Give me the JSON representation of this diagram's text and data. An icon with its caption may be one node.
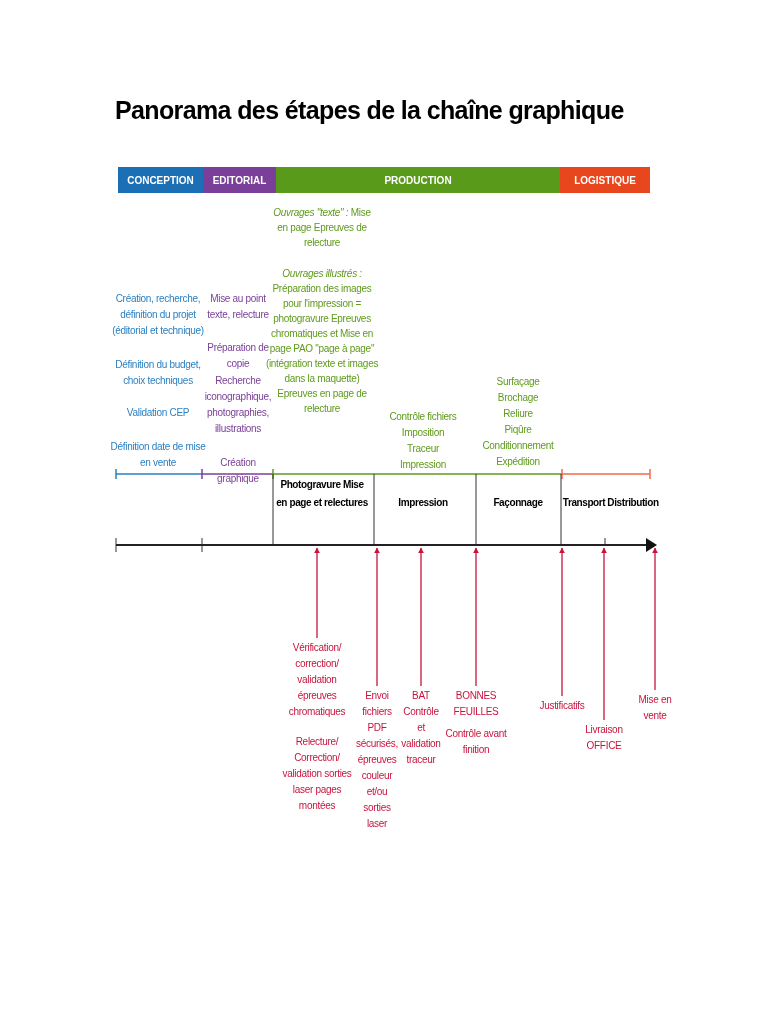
{
  "diagram": {
    "title": "Panorama des étapes de la chaîne graphique",
    "nodes": [
      {
        "text": [
          "CONCEPTION"
        ]
      },
      {
        "text": [
          "EDITORIAL"
        ]
      },
      {
        "text": [
          "PRODUCTION"
        ]
      },
      {
        "text": [
          "LOGISTIQUE"
        ]
      },
      {
        "text": [
          "Vérification/ correction/ validation épreuves chromatiques",
          "Relecture/ Correction/ validation sorties laser pages montées"
        ]
      },
      {
        "text": [
          "Envoi fichiers PDF sécurisés, épreuves couleur et/ou sorties laser"
        ]
      },
      {
        "text": [
          "BAT Contrôle et validation traceur"
        ]
      },
      {
        "text": [
          "BONNES FEUILLES",
          "Contrôle avant finition"
        ]
      },
      {
        "text": [
          "Justificatifs"
        ]
      },
      {
        "text": [
          "Livraison OFFICE"
        ]
      },
      {
        "text": [
          "Mise en vente"
        ]
      }
    ],
    "edges": [
      {
        "from": 4,
        "to": null,
        "arrow": "to"
      },
      {
        "from": 5,
        "to": null,
        "arrow": "to"
      },
      {
        "from": 6,
        "to": null,
        "arrow": "to"
      },
      {
        "from": 7,
        "to": null,
        "arrow": "to"
      },
      {
        "from": 8,
        "to": null,
        "arrow": "to"
      },
      {
        "from": 9,
        "to": null,
        "arrow": "to"
      },
      {
        "from": 10,
        "to": null,
        "arrow": "to"
      }
    ],
    "labels": [
      "Création, recherche, définition du projet (éditorial et technique)",
      "Définition du budget, choix techniques",
      "Validation CEP",
      "Définition date de mise en vente",
      "Mise au point texte, relecture",
      "Préparation de copie",
      "Recherche iconographique, photographies, illustrations",
      "Création graphique",
      "*Ouvrages \"texte\" :* Mise en page Epreuves de relecture",
      "*Ouvrages illustrés :* Préparation des images pour l'impression = photogravure Epreuves chromatiques et Mise en page PAO \"page à page\" (intégration texte et images dans la maquette) Epreuves en page de relecture",
      "Contrôle fichiers",
      "Imposition",
      "Traceur",
      "Impression",
      "Surfaçage",
      "Brochage",
      "Reliure",
      "Piqûre",
      "Conditionnement",
      "Expédition",
      "Photogravure Mise en page et relectures",
      "Impression",
      "Façonnage",
      "Transport",
      "Distribution"
    ]
  }
}
